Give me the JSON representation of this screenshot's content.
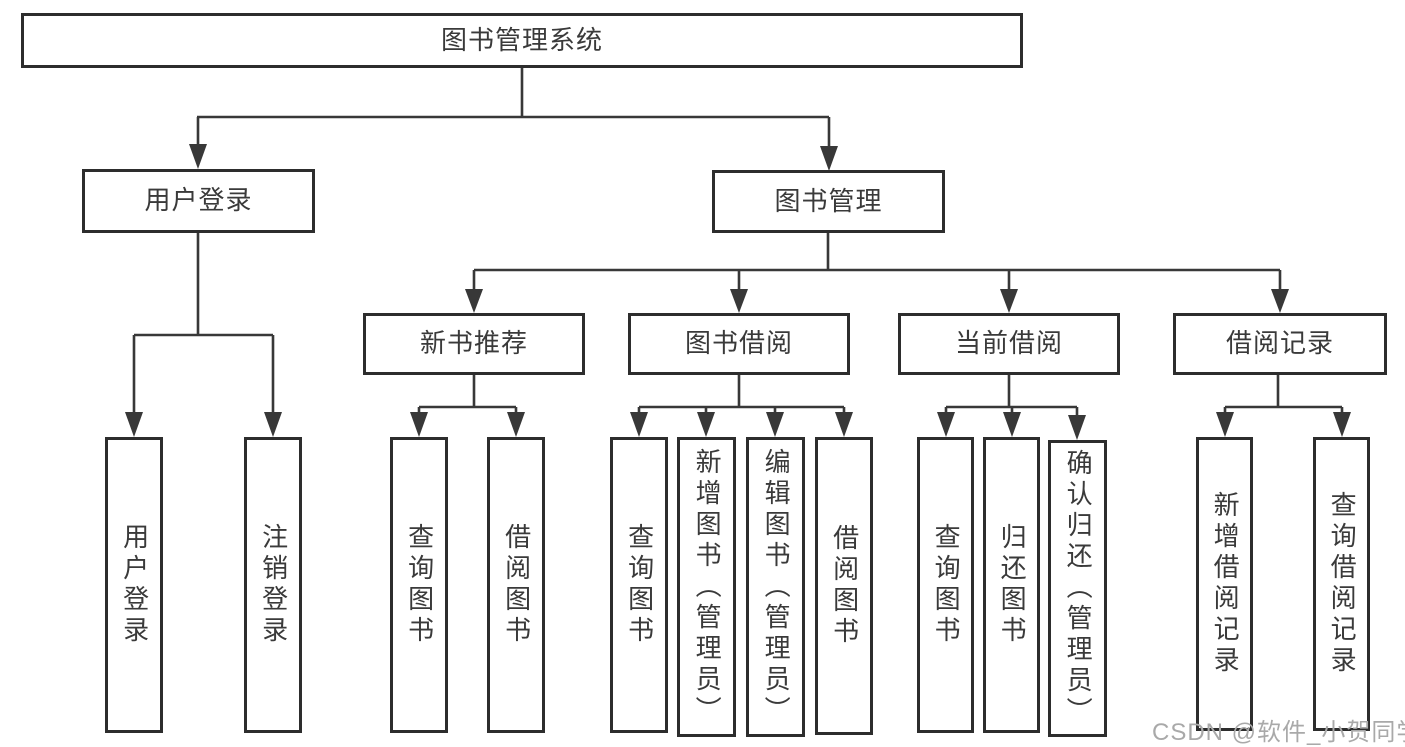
{
  "diagram": {
    "type": "hierarchy-chart",
    "colors": {
      "background": "#ffffff",
      "box_border": "#2d2d2d",
      "connector_line": "#383838",
      "text": "#3a3a3a",
      "watermark_text": "#a9a9a9"
    }
  },
  "tree": {
    "label": "图书管理系统",
    "children": [
      {
        "label": "用户登录",
        "children": [
          {
            "label": "用户登录"
          },
          {
            "label": "注销登录"
          }
        ]
      },
      {
        "label": "图书管理",
        "children": [
          {
            "label": "新书推荐",
            "children": [
              {
                "label": "查询图书"
              },
              {
                "label": "借阅图书"
              }
            ]
          },
          {
            "label": "图书借阅",
            "children": [
              {
                "label": "查询图书"
              },
              {
                "label": "新增图书（管理员）"
              },
              {
                "label": "编辑图书（管理员）"
              },
              {
                "label": "借阅图书"
              }
            ]
          },
          {
            "label": "当前借阅",
            "children": [
              {
                "label": "查询图书"
              },
              {
                "label": "归还图书"
              },
              {
                "label": "确认归还（管理员）"
              }
            ]
          },
          {
            "label": "借阅记录",
            "children": [
              {
                "label": "新增借阅记录"
              },
              {
                "label": "查询借阅记录"
              }
            ]
          }
        ]
      }
    ]
  },
  "watermark": {
    "text": "CSDN @软件_小贺同学"
  }
}
